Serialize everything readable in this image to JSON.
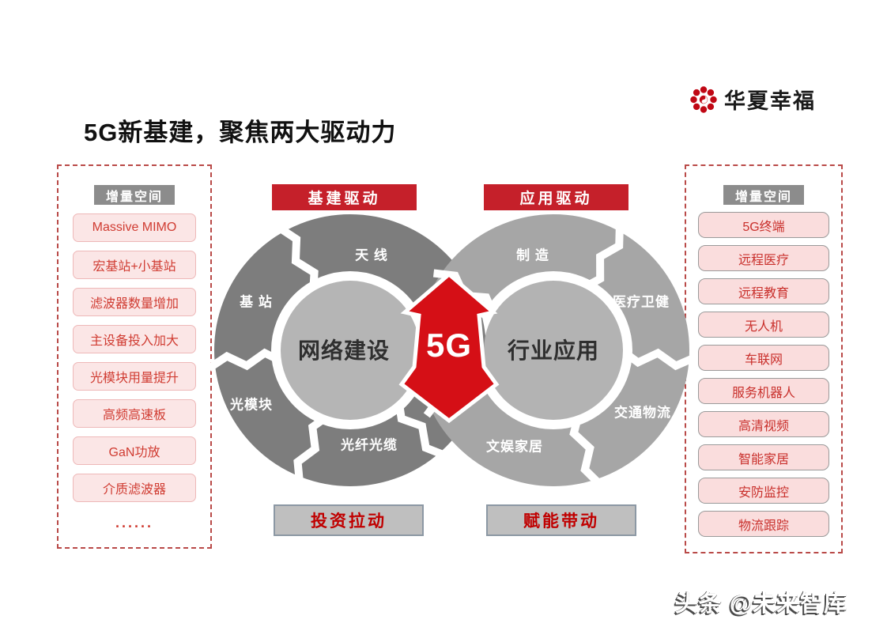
{
  "logo": {
    "text": "华夏幸福",
    "icon": "flower-dots-icon",
    "color": "#c00714"
  },
  "title": "5G新基建，聚焦两大驱动力",
  "left_panel": {
    "header": "增量空间",
    "items": [
      "Massive MIMO",
      "宏基站+小基站",
      "滤波器数量增加",
      "主设备投入加大",
      "光模块用量提升",
      "高频高速板",
      "GaN功放",
      "介质滤波器"
    ],
    "ellipsis": "......"
  },
  "right_panel": {
    "header": "增量空间",
    "items": [
      "5G终端",
      "远程医疗",
      "远程教育",
      "无人机",
      "车联网",
      "服务机器人",
      "高清视频",
      "智能家居",
      "安防监控",
      "物流跟踪"
    ]
  },
  "diagram": {
    "top_labels": {
      "left": "基建驱动",
      "right": "应用驱动"
    },
    "bottom_labels": {
      "left": "投资拉动",
      "right": "赋能带动"
    },
    "center_badge": "5G",
    "left_circle": {
      "center": "网络建设",
      "segments": [
        "天 线",
        "基 站",
        "光模块",
        "光纤光缆"
      ]
    },
    "right_circle": {
      "center": "行业应用",
      "segments": [
        "制 造",
        "医疗卫健",
        "交通物流",
        "文娱家居"
      ]
    }
  },
  "footer": {
    "watermark": "头条 @未来智库"
  },
  "colors": {
    "accent_red": "#c5202a",
    "arrow_red": "#d50f16",
    "ring_dark": "#7d7d7d",
    "ring_light": "#a6a6a6",
    "inner_circle": "#b5b5b5",
    "header_gray": "#8c8c8c",
    "panel_border_red": "#b94a48"
  }
}
